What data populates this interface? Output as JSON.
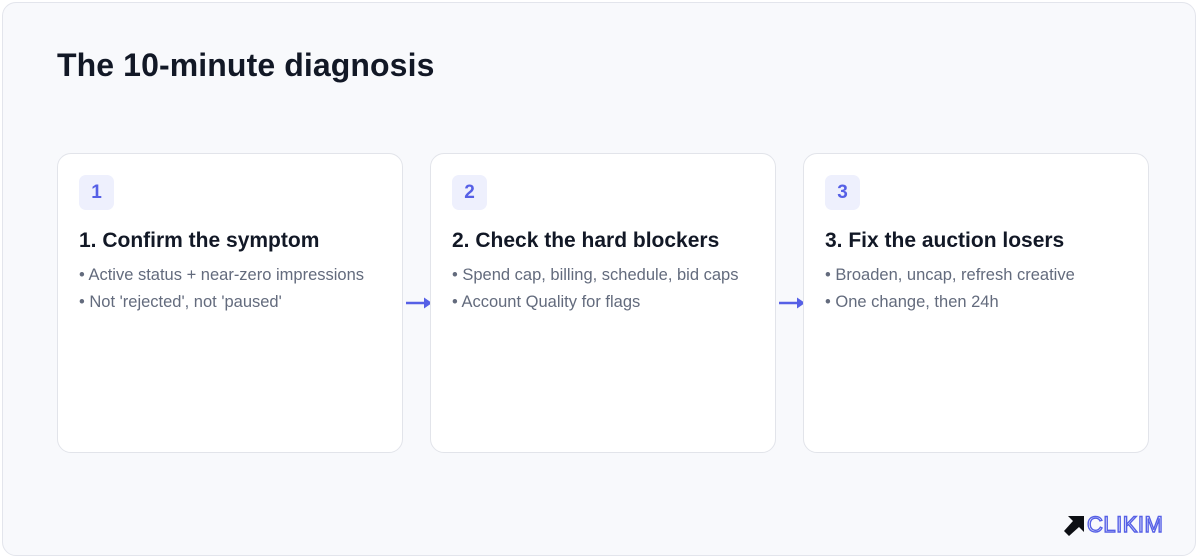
{
  "page": {
    "title": "The 10-minute diagnosis"
  },
  "steps": [
    {
      "number": "1",
      "title": "1. Confirm the symptom",
      "bullets": [
        "• Active status + near-zero impressions",
        "• Not 'rejected', not 'paused'"
      ]
    },
    {
      "number": "2",
      "title": "2. Check the hard blockers",
      "bullets": [
        "• Spend cap, billing, schedule, bid caps",
        "• Account Quality for flags"
      ]
    },
    {
      "number": "3",
      "title": "3. Fix the auction losers",
      "bullets": [
        "• Broaden, uncap, refresh creative",
        "• One change, then 24h"
      ]
    }
  ],
  "logo": {
    "text": "CLIKIM",
    "icon": "arrow-up-right-icon"
  },
  "colors": {
    "accent": "#5660e6",
    "badge_bg": "#eef0fd",
    "title": "#121826",
    "body_text": "#636b7d",
    "card_border": "#e2e4ea",
    "background": "#f8f9fc"
  }
}
